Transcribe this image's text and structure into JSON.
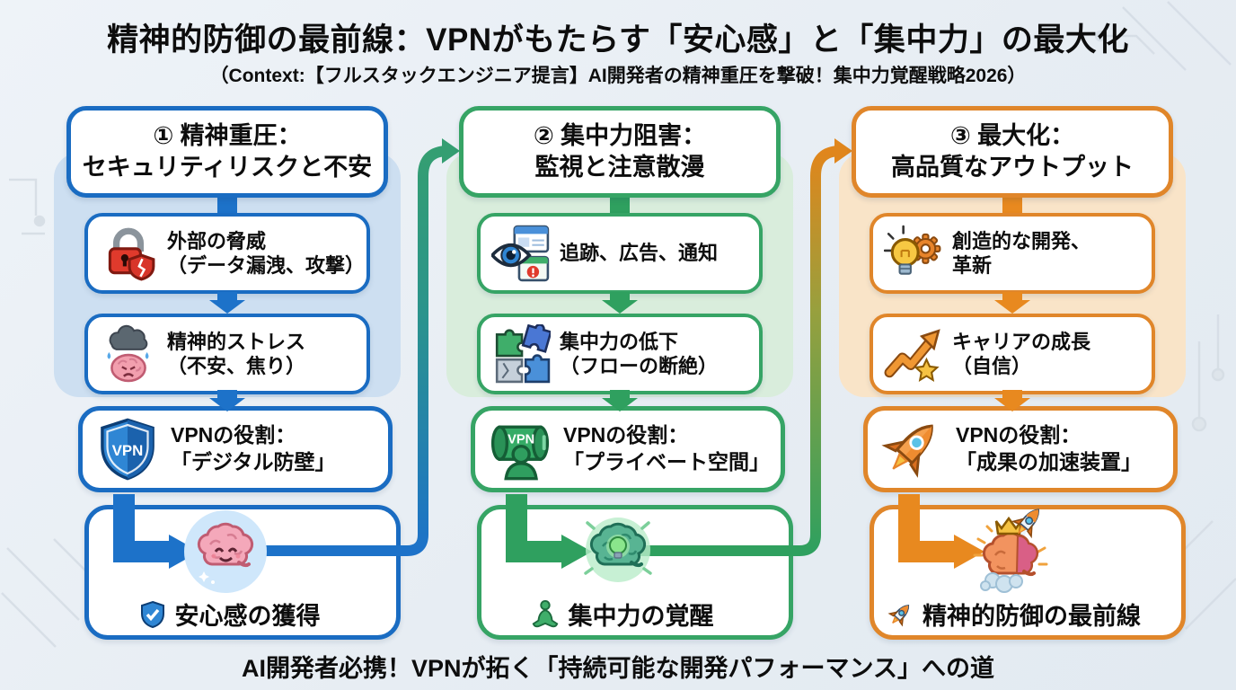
{
  "title": "精神的防御の最前線：VPNがもたらす「安心感」と「集中力」の最大化",
  "subtitle": "（Context:【フルスタックエンジニア提言】AI開発者の精神重圧を撃破！集中力覚醒戦略2026）",
  "footer": "AI開発者必携！VPNが拓く「持続可能な開発パフォーマンス」への道",
  "icons": {
    "vpn_label": "VPN"
  },
  "colors": {
    "column1_accent": "#1a6cc2",
    "column1_panel": "#cddff1",
    "column2_accent": "#36a465",
    "column2_panel": "#d9eddc",
    "column3_accent": "#e0862a",
    "column3_panel": "#f9e4c8",
    "background": "#eaf0f5",
    "text": "#0d0d0d"
  },
  "columns": [
    {
      "header": {
        "line1": "① 精神重圧：",
        "line2": "セキュリティリスクと不安"
      },
      "items": [
        {
          "icon": "broken-lock-icon",
          "line1": "外部の脅威",
          "line2": "（データ漏洩、攻撃）"
        },
        {
          "icon": "stressed-brain-icon",
          "line1": "精神的ストレス",
          "line2": "（不安、焦り）"
        }
      ],
      "vpn": {
        "icon": "vpn-shield-icon",
        "line1": "VPNの役割：",
        "line2": "「デジタル防壁」"
      },
      "result": {
        "icon": "happy-brain-icon",
        "caption_icon": "shield-check-icon",
        "caption": "安心感の獲得"
      }
    },
    {
      "header": {
        "line1": "② 集中力阻害：",
        "line2": "監視と注意散漫"
      },
      "items": [
        {
          "icon": "eye-tracking-icon",
          "line1": "追跡、広告、通知",
          "line2": ""
        },
        {
          "icon": "puzzle-icon",
          "line1": "集中力の低下",
          "line2": "（フローの断絶）"
        }
      ],
      "vpn": {
        "icon": "vpn-tunnel-icon",
        "line1": "VPNの役割：",
        "line2": "「プライベート空間」"
      },
      "result": {
        "icon": "glowing-brain-icon",
        "caption_icon": "meditation-icon",
        "caption": "集中力の覚醒"
      }
    },
    {
      "header": {
        "line1": "③ 最大化：",
        "line2": "高品質なアウトプット"
      },
      "items": [
        {
          "icon": "bulb-gear-icon",
          "line1": "創造的な開発、",
          "line2": "革新"
        },
        {
          "icon": "growth-star-icon",
          "line1": "キャリアの成長",
          "line2": "（自信）"
        }
      ],
      "vpn": {
        "icon": "rocket-icon",
        "line1": "VPNの役割：",
        "line2": "「成果の加速装置」"
      },
      "result": {
        "icon": "crowned-brain-icon",
        "caption_icon": "small-rocket-icon",
        "caption": "精神的防御の最前線"
      }
    }
  ]
}
